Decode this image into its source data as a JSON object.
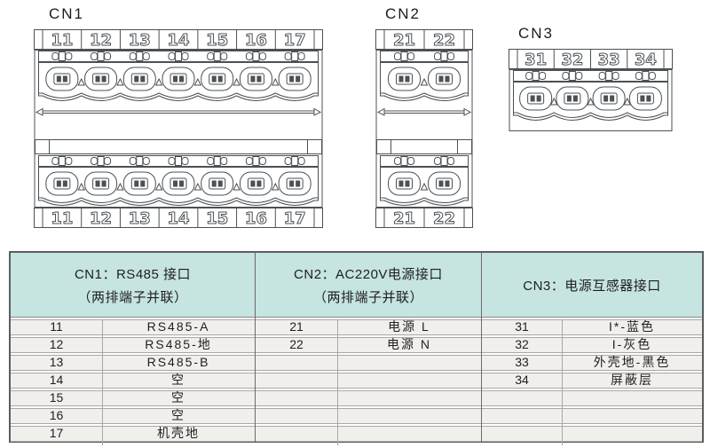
{
  "connectors": [
    {
      "label": "CN1",
      "row_style": "double",
      "top_terminals": [
        "11",
        "12",
        "13",
        "14",
        "15",
        "16",
        "17"
      ],
      "bottom_terminals": [
        "11",
        "12",
        "13",
        "14",
        "15",
        "16",
        "17"
      ]
    },
    {
      "label": "CN2",
      "row_style": "double",
      "top_terminals": [
        "21",
        "22"
      ],
      "bottom_terminals": [
        "21",
        "22"
      ]
    },
    {
      "label": "CN3",
      "row_style": "single",
      "top_terminals": [
        "31",
        "32",
        "33",
        "34"
      ],
      "bottom_terminals": []
    }
  ],
  "table": {
    "total_rows": 7,
    "groups": [
      {
        "title_line1": "CN1：RS485 接口",
        "title_line2": "（两排端子并联）",
        "rows": [
          {
            "pin": "11",
            "desc": "RS485-A"
          },
          {
            "pin": "12",
            "desc": "RS485-地"
          },
          {
            "pin": "13",
            "desc": "RS485-B"
          },
          {
            "pin": "14",
            "desc": "空"
          },
          {
            "pin": "15",
            "desc": "空"
          },
          {
            "pin": "16",
            "desc": "空"
          },
          {
            "pin": "17",
            "desc": "机壳地"
          }
        ]
      },
      {
        "title_line1": "CN2：AC220V电源接口",
        "title_line2": "（两排端子并联）",
        "rows": [
          {
            "pin": "21",
            "desc": "电源 L"
          },
          {
            "pin": "22",
            "desc": "电源 N"
          }
        ]
      },
      {
        "title_line1": "CN3：电源互感器接口",
        "title_line2": "",
        "rows": [
          {
            "pin": "31",
            "desc": "I*-蓝色"
          },
          {
            "pin": "32",
            "desc": "I-灰色"
          },
          {
            "pin": "33",
            "desc": "外壳地-黑色"
          },
          {
            "pin": "34",
            "desc": "屏蔽层"
          }
        ]
      }
    ]
  },
  "colors": {
    "table_header_bg": "#c6e4e0",
    "table_row_bg": "#f1efec",
    "diagram_line": "#4b5054",
    "table_outer_border": "#5d5d60"
  }
}
